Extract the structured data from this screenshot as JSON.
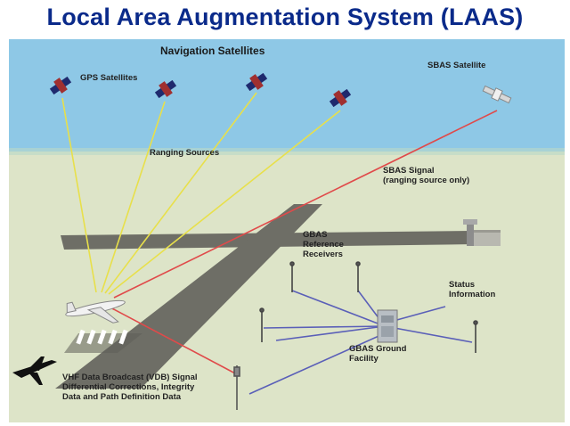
{
  "title": "Local Area Augmentation System (LAAS)",
  "labels": {
    "navigation_satellites": "Navigation Satellites",
    "gps_satellites": "GPS Satellites",
    "sbas_satellite": "SBAS Satellite",
    "ranging_sources": "Ranging Sources",
    "sbas_signal": "SBAS Signal\n(ranging source only)",
    "gbas_reference_receivers": "GBAS\nReference\nReceivers",
    "status_information": "Status\nInformation",
    "gbas_ground_facility": "GBAS Ground\nFacility",
    "vdb_signal": "VHF Data Broadcast (VDB) Signal\nDifferential Corrections, Integrity\nData and Path Definition Data"
  },
  "colors": {
    "title": "#0a2a8a",
    "sky": "#8ec8e6",
    "ground": "#dde4c8",
    "runway": "#6e6e66",
    "gps_line": "#e8e04a",
    "red_line": "#e04a4a",
    "blue_line": "#5a5fb8"
  },
  "icons": {
    "satellite": "satellite-icon",
    "sbas_satellite": "sbas-satellite-icon",
    "airplane": "airplane-icon",
    "antenna": "antenna-icon",
    "ground_facility": "ground-facility-icon",
    "control_tower": "control-tower-icon"
  }
}
